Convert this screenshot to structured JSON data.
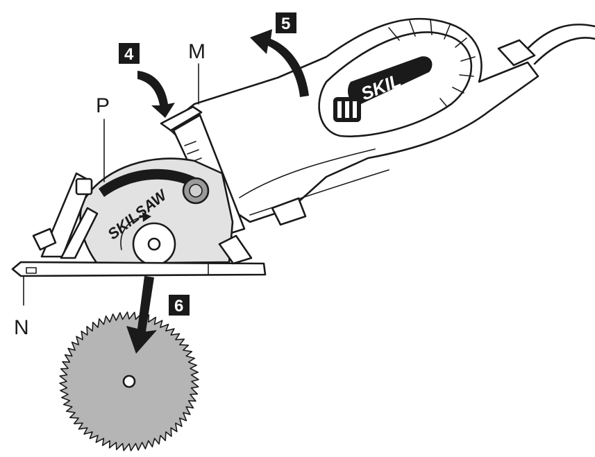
{
  "labels": {
    "m": "M",
    "p": "P",
    "n": "N"
  },
  "steps": {
    "four": "4",
    "five": "5",
    "six": "6"
  },
  "brand": {
    "motor_logo": "SKIL",
    "guard_logo": "SKILSAW"
  },
  "colors": {
    "ink": "#1a1a1a",
    "blade_fill": "#b5b5b5",
    "guard_fill": "#e2e2e2",
    "background": "#ffffff"
  },
  "icons": {
    "step_4_arrow": "curved-arrow-down-icon",
    "step_5_arrow": "curved-arrow-up-icon",
    "step_6_arrow": "arrow-down-icon"
  }
}
